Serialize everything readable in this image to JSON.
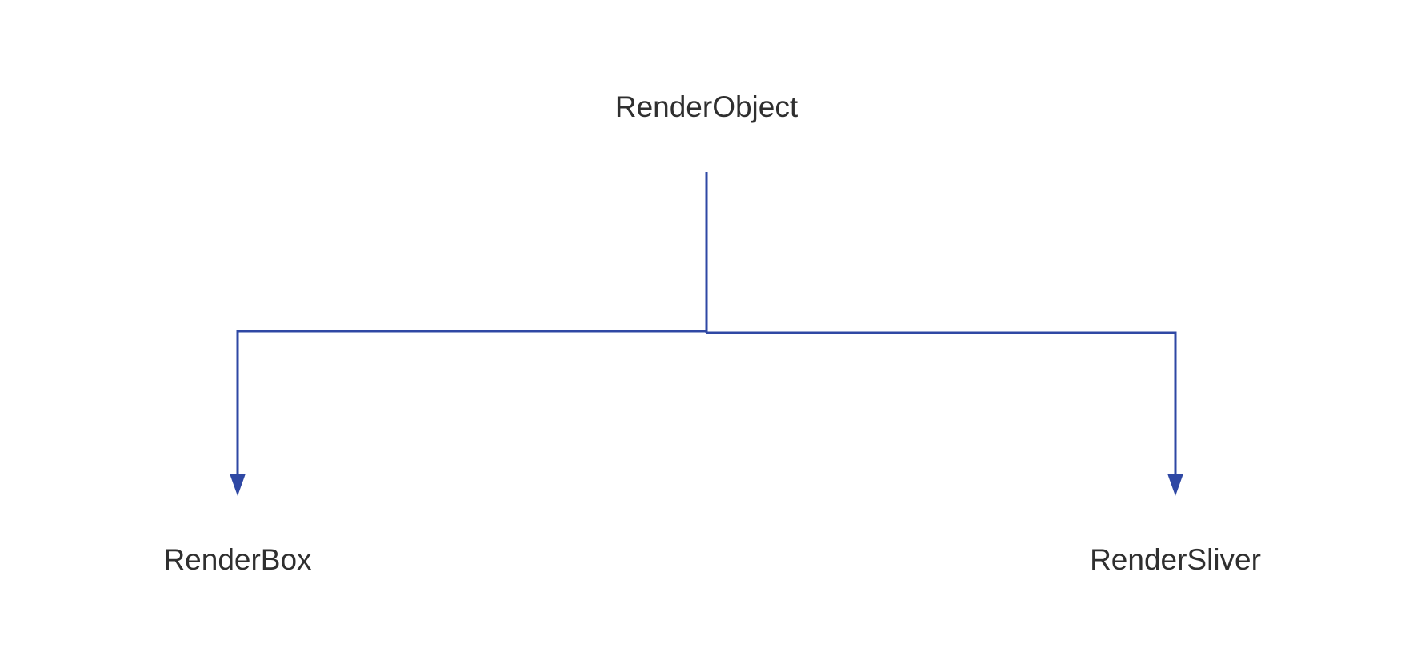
{
  "colors": {
    "background": "#ffffff",
    "text": "#2f2f2f",
    "connector": "#2f48a4"
  },
  "nodes": {
    "root": {
      "label": "RenderObject"
    },
    "left_child": {
      "label": "RenderBox"
    },
    "right_child": {
      "label": "RenderSliver"
    }
  }
}
